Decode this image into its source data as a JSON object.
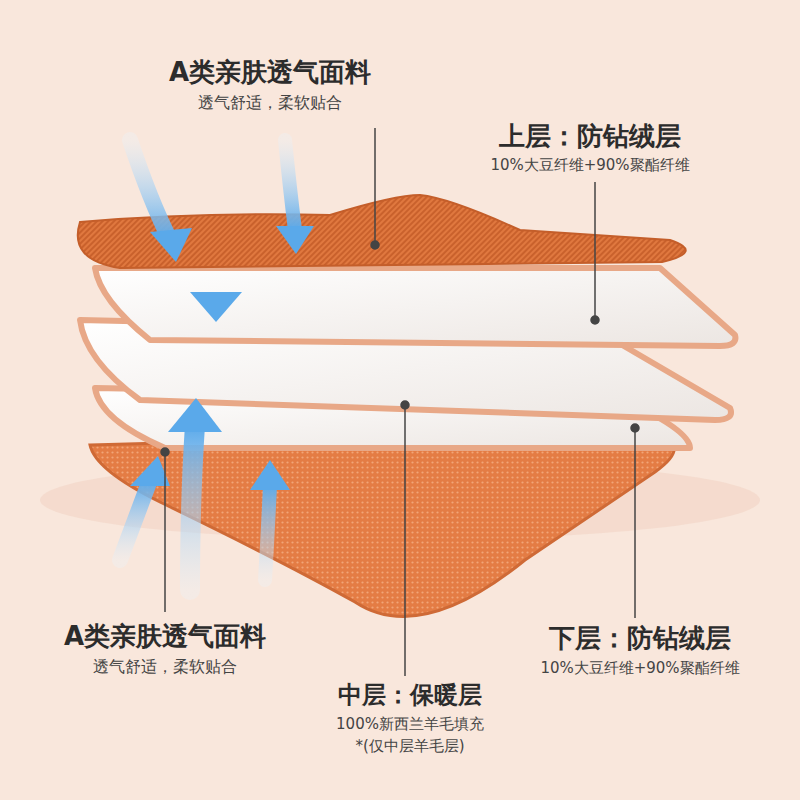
{
  "diagram": {
    "labels": [
      "A类亲肤透气面料",
      "透气舒适，柔软贴合",
      "上层：防钻绒层",
      "10%大豆纤维+90%聚酯纤维",
      "A类亲肤透气面料",
      "透气舒适，柔软贴合",
      "下层：防钻绒层",
      "10%大豆纤维+90%聚酯纤维",
      "中层：保暖层",
      "100%新西兰羊毛填充",
      "*(仅中层羊毛层)"
    ]
  }
}
